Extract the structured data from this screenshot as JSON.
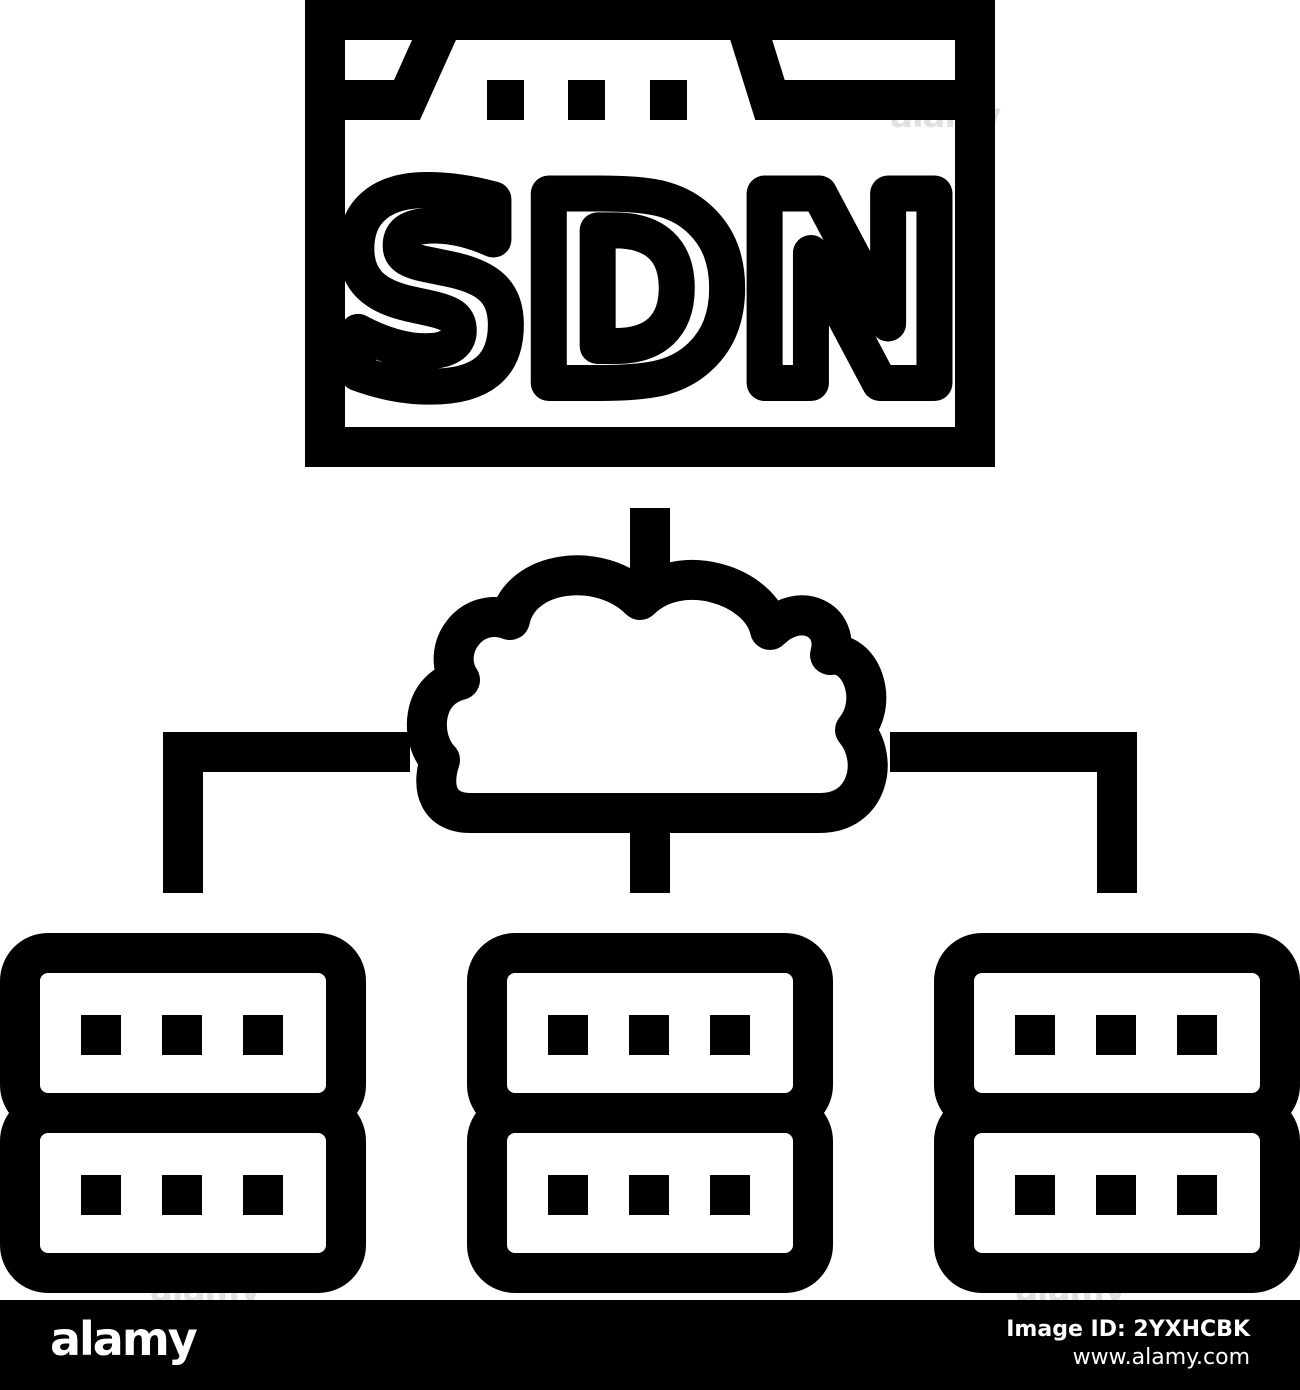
{
  "icon": {
    "window_text": "SDN",
    "stroke_color": "#000000",
    "background": "#ffffff",
    "parts": [
      "browser-window",
      "cloud",
      "server-rack-left",
      "server-rack-center",
      "server-rack-right"
    ]
  },
  "watermark": {
    "text": "alamy",
    "instances_text": [
      "alamy",
      "alamy",
      "alamy"
    ]
  },
  "footer": {
    "brand": "alamy",
    "image_id": "Image ID: 2YXHCBK",
    "site": "www.alamy.com"
  }
}
